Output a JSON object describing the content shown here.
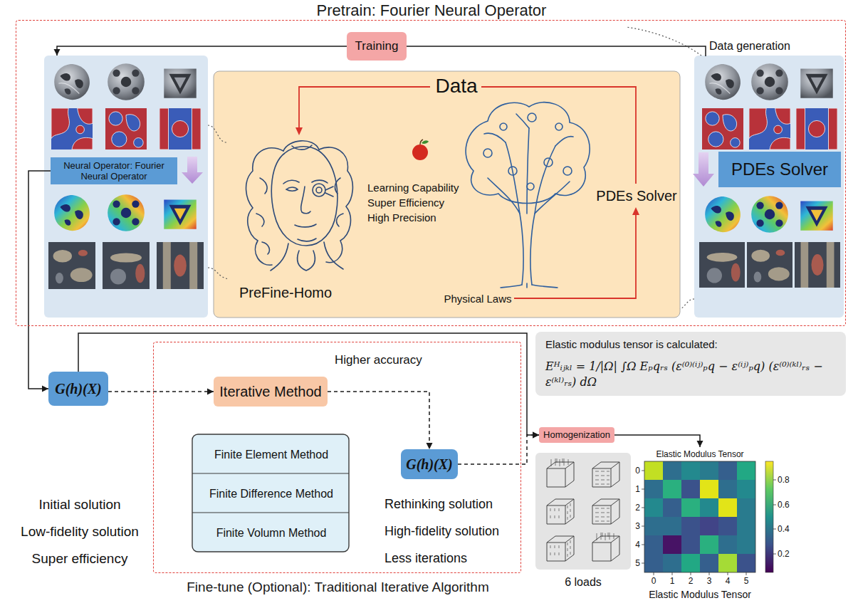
{
  "diagram": {
    "nodes": [
      {
        "text": [
          "Pretrain: Fourier Neural Operator"
        ]
      },
      {
        "text": [
          "Training"
        ],
        "in": 0
      },
      {
        "text": [
          "Neural Operator: Fourier Neural Operator"
        ],
        "in": 0
      },
      {
        "text": [
          "Data",
          "Learning Capability Super Efficiency High Precision",
          "PDEs Solver",
          "PreFine-Homo",
          "Physical Laws"
        ],
        "in": 0
      },
      {
        "text": [
          "Data generation"
        ],
        "in": 0
      },
      {
        "text": [
          "PDEs Solver"
        ],
        "in": 4
      },
      {
        "text": [
          "G(h)(X)"
        ]
      },
      {
        "text": [
          "Fine-tune (Optional): Traditional Iterative Algorithm"
        ]
      },
      {
        "text": [
          "Iterative Method"
        ],
        "in": 7
      },
      {
        "text": [
          "Finite Element Method",
          "Finite Difference Method",
          "Finite Volumn Method"
        ],
        "in": 7
      },
      {
        "text": [
          "G(h)(X)"
        ],
        "in": 7
      },
      {
        "text": [
          "Elastic modulus tensor is calculated:",
          "Eᴴᵢⱼₖₗ = 1/|Ω| ∫Ω Eₚqᵣₛ (ε⁽⁰⁾⁽ⁱʲ⁾ₚq − ε⁽ⁱʲ⁾ₚq) (ε⁽⁰⁾⁽ᵏˡ⁾ᵣₛ − ε⁽ᵏˡ⁾ᵣₛ) dΩ"
        ]
      },
      {
        "text": [
          "Homogenization"
        ]
      },
      {
        "text": [
          "6 loads"
        ]
      },
      {
        "text": [
          "Elastic Modulus Tensor",
          "Elastic Modulus Tensor"
        ]
      }
    ],
    "edges": [
      {
        "from": 4,
        "to": 1,
        "arrow": "none"
      },
      {
        "from": 2,
        "to": 6,
        "arrow": "to"
      },
      {
        "from": 6,
        "to": 8,
        "arrow": "to"
      },
      {
        "from": 8,
        "to": 10,
        "arrow": "to"
      },
      {
        "from": 6,
        "to": 12,
        "arrow": "to"
      },
      {
        "from": 10,
        "to": 12,
        "arrow": "to"
      },
      {
        "from": 12,
        "to": 14,
        "arrow": "to"
      }
    ],
    "labels": [
      "Higher accuracy",
      "Initial solution",
      "Low-fidelity solution",
      "Super efficiency",
      "Rethinking solution",
      "High-fidelity solution",
      "Less iterations",
      "0",
      "1",
      "2",
      "3",
      "4",
      "5",
      "0",
      "1",
      "2",
      "3",
      "4",
      "5",
      "0.8",
      "0.6",
      "0.4",
      "0.2"
    ]
  }
}
